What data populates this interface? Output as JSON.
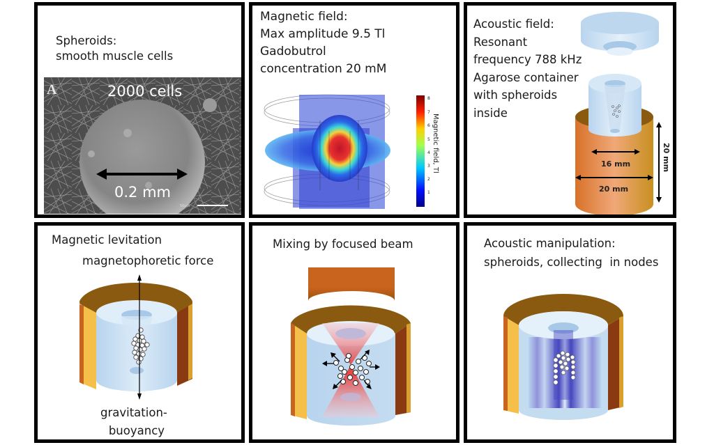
{
  "panels": {
    "spheroids": {
      "title_lines": [
        "Spheroids:",
        "smooth muscle cells"
      ],
      "image_label": "A",
      "cell_count": "2000 cells",
      "diameter": "0.2 mm",
      "scale_bar": "50µm"
    },
    "magnetic_field": {
      "title_lines": [
        "Magnetic field:",
        "Max amplitude 9.5 Tl",
        "Gadobutrol",
        "concentration 20 mM"
      ],
      "colorbar": {
        "label": "Magnetic field, Tl",
        "ticks": [
          "1",
          "2",
          "3",
          "4",
          "5",
          "6",
          "7",
          "8"
        ],
        "range": [
          0,
          8
        ]
      }
    },
    "acoustic_field": {
      "title_lines": [
        "Acoustic field:",
        "Resonant",
        "frequency 788 kHz",
        "Agarose container",
        "with spheroids",
        "inside"
      ],
      "inner_diameter": "16 mm",
      "outer_diameter": "20 mm",
      "height": "20 mm"
    },
    "levitation": {
      "title": "Magnetic levitation",
      "force_up": "magnetophoretic force",
      "force_down_lines": [
        "gravitation-",
        "buoyancy"
      ]
    },
    "mixing": {
      "title": "Mixing by focused beam"
    },
    "acoustic_manipulation": {
      "title_lines": [
        "Acoustic manipulation:",
        "spheroids, collecting  in nodes"
      ]
    }
  },
  "colors": {
    "copper_dark": "#8a5a10",
    "copper": "#c8641e",
    "gold": "#f5c04a",
    "agarose": "#bcd7ee",
    "beam_red": "#e8322e",
    "node_blue": "#3a3ab8"
  }
}
